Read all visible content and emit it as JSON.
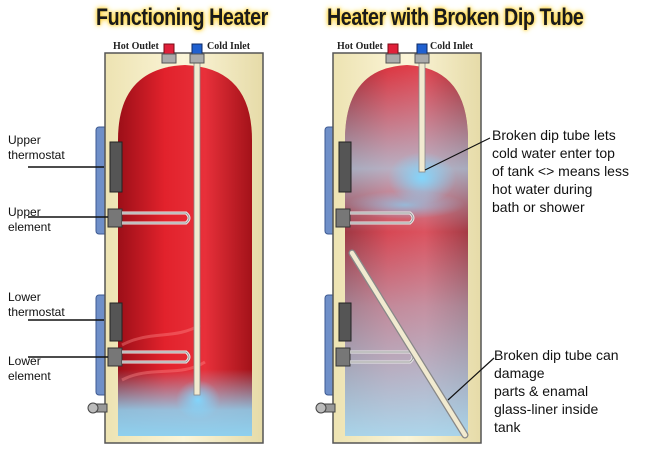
{
  "titles": {
    "left": "Functioning Heater",
    "right": "Heater with Broken Dip Tube"
  },
  "ports": {
    "hot_outlet": "Hot Outlet",
    "cold_inlet": "Cold Inlet"
  },
  "side_labels": {
    "upper_thermostat": [
      "Upper",
      "thermostat"
    ],
    "upper_element": [
      "Upper",
      "element"
    ],
    "lower_thermostat": [
      "Lower",
      "thermostat"
    ],
    "lower_element": [
      "Lower",
      "element"
    ]
  },
  "notes": {
    "top": [
      "Broken dip tube lets",
      "cold water enter top",
      "of tank <> means less",
      "hot water during",
      "bath or shower"
    ],
    "bottom": [
      "Broken dip tube can",
      "damage",
      "parts & enamal",
      "glass-liner inside",
      "tank"
    ]
  },
  "colors": {
    "tank_shell": "#f7efc4",
    "hot_water": "#d8202a",
    "cold_water": "#8fd0ee",
    "thermostat_panel": "#6f8fc8",
    "hot_port": "#e0203a",
    "cold_port": "#2060d0",
    "title_glow": "#ffd84a"
  }
}
